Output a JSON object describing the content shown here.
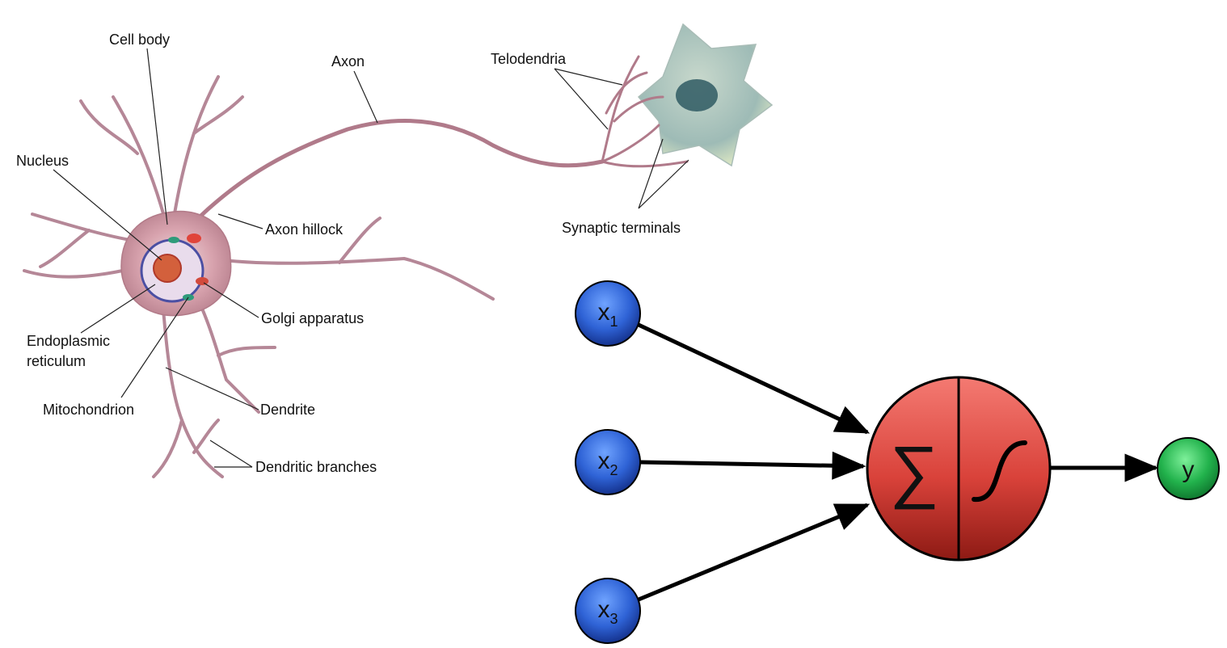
{
  "neuron": {
    "labels": {
      "cell_body": "Cell body",
      "axon": "Axon",
      "telodendria": "Telodendria",
      "nucleus": "Nucleus",
      "axon_hillock": "Axon hillock",
      "synaptic_terminals": "Synaptic terminals",
      "golgi": "Golgi apparatus",
      "er_line1": "Endoplasmic",
      "er_line2": "reticulum",
      "mitochondrion": "Mitochondrion",
      "dendrite": "Dendrite",
      "dendritic_branches": "Dendritic branches"
    }
  },
  "perceptron": {
    "inputs": [
      {
        "var": "x",
        "sub": "1"
      },
      {
        "var": "x",
        "sub": "2"
      },
      {
        "var": "x",
        "sub": "3"
      }
    ],
    "sum_symbol": "∑",
    "output": "y",
    "colors": {
      "input": "#2f63d6",
      "neuron": "#d9423a",
      "output": "#22b24c"
    }
  }
}
